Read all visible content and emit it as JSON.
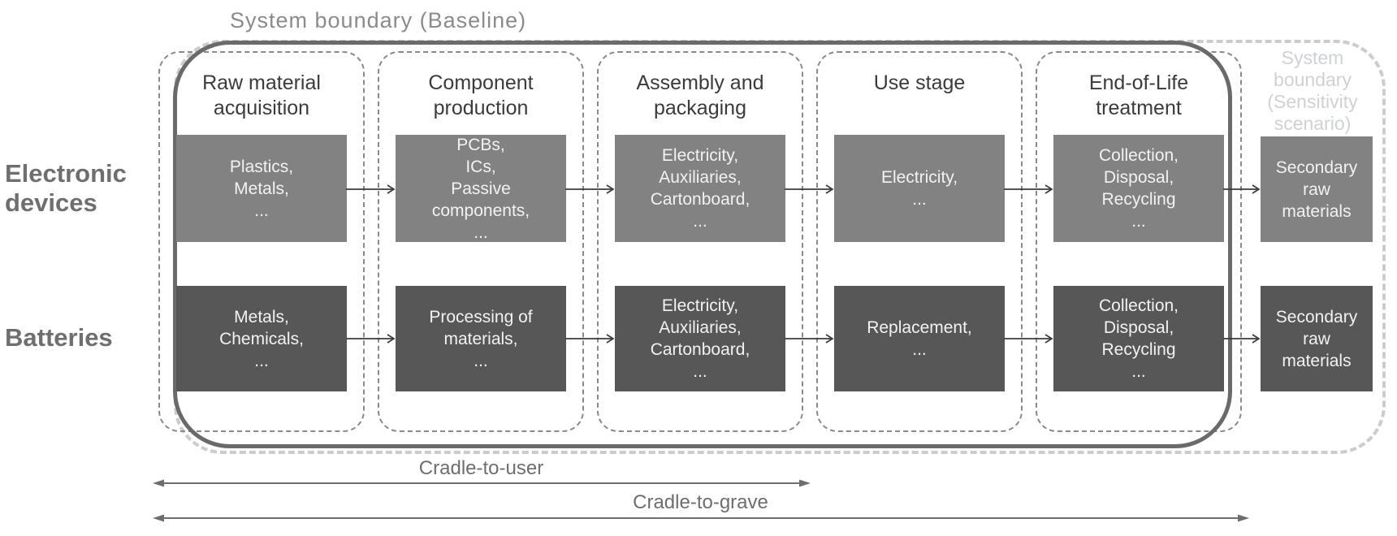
{
  "diagram": {
    "baseline_boundary_label": "System boundary (Baseline)",
    "sensitivity_boundary_label": "System\nboundary\n(Sensitivity\nscenario)",
    "stages": [
      "Raw material\nacquisition",
      "Component\nproduction",
      "Assembly and\npackaging",
      "Use stage",
      "End-of-Life\ntreatment"
    ],
    "rows": [
      {
        "label": "Electronic\ndevices",
        "cells": [
          "Plastics,\nMetals,\n...",
          "PCBs,\nICs,\nPassive\ncomponents,\n...",
          "Electricity,\nAuxiliaries,\nCartonboard,\n...",
          "Electricity,\n...",
          "Collection,\nDisposal,\nRecycling\n...",
          "Secondary\nraw\nmaterials"
        ]
      },
      {
        "label": "Batteries",
        "cells": [
          "Metals,\nChemicals,\n...",
          "Processing of\nmaterials,\n...",
          "Electricity,\nAuxiliaries,\nCartonboard,\n...",
          "Replacement,\n...",
          "Collection,\nDisposal,\nRecycling\n...",
          "Secondary\nraw\nmaterials"
        ]
      }
    ],
    "ranges": [
      {
        "label": "Cradle-to-user"
      },
      {
        "label": "Cradle-to-grave"
      }
    ],
    "colors": {
      "electronic_devices_box": "#828282",
      "batteries_box": "#575757",
      "baseline_boundary": "#6a6a6a",
      "sensitivity_boundary": "#cccccc",
      "stage_column_border": "#8a8a8a",
      "arrow": "#3b3b3b",
      "range_arrow": "#6e6e6e"
    }
  }
}
